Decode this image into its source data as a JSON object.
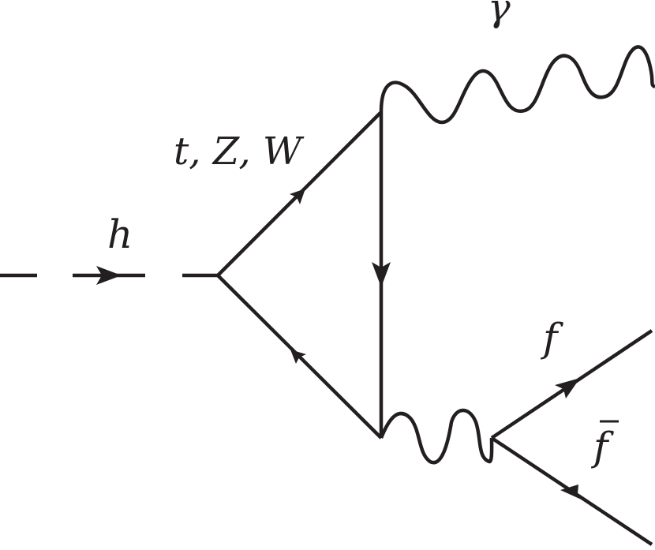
{
  "diagram": {
    "labels": {
      "higgs": "h",
      "loop": "t, Z, W",
      "photon": "γ",
      "fermion": "f",
      "antifermion": "f",
      "antifermion_bar": "‾"
    },
    "colors": {
      "stroke": "#231f20",
      "background": "#ffffff"
    }
  }
}
